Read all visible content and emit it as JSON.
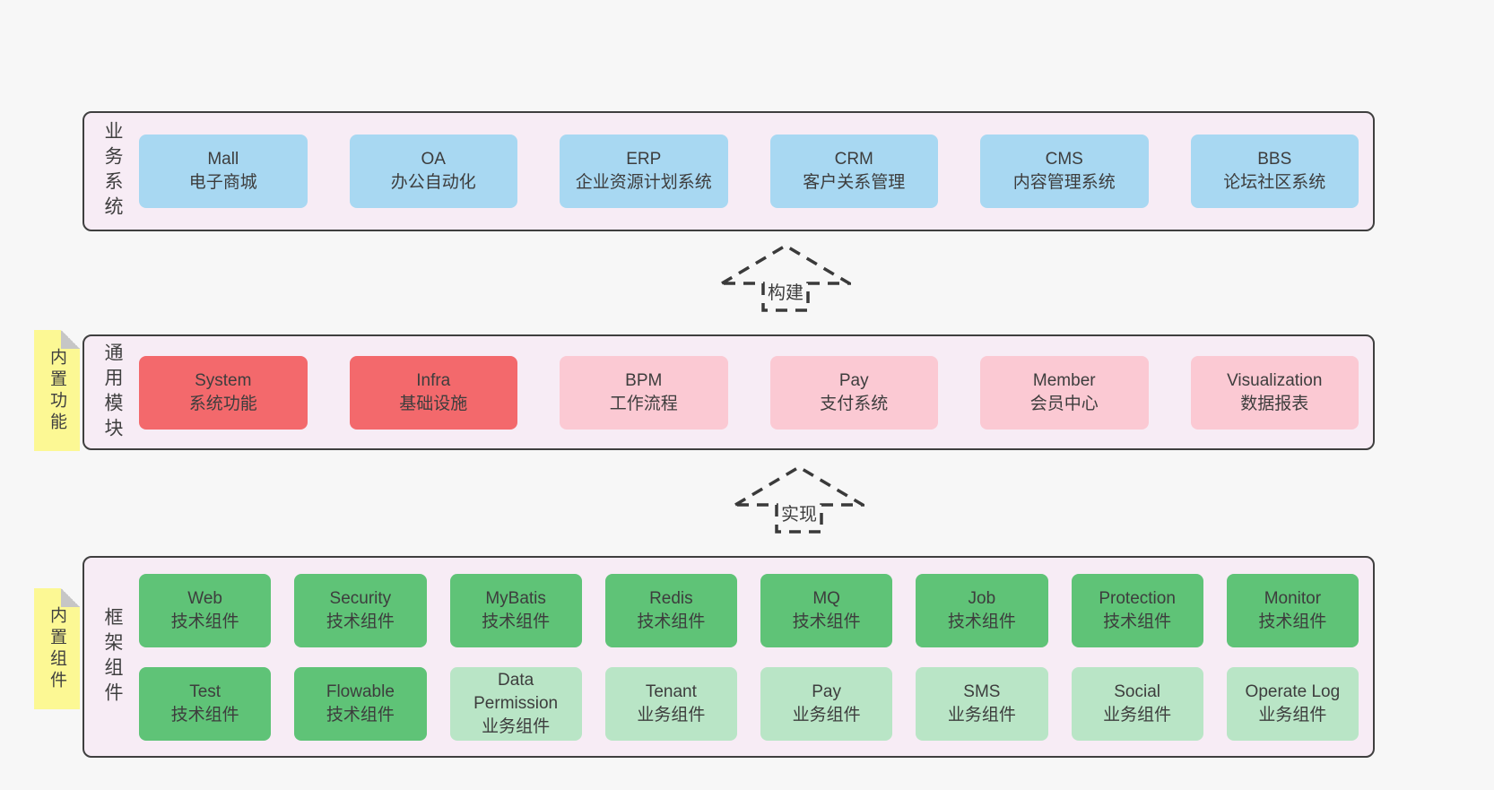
{
  "colors": {
    "page_bg": "#f7f7f7",
    "band_bg": "#f7ecf5",
    "band_border": "#3f3f3f",
    "blue_box": "#a8d8f2",
    "red_box": "#f3696c",
    "pink_box": "#fbc9d3",
    "green_box": "#5fc377",
    "light_green_box": "#b9e5c6",
    "note_bg": "#fcf894",
    "note_fold": "#c6c6c6",
    "text": "#3d3d3d"
  },
  "notes": [
    {
      "label": "内置功能"
    },
    {
      "label": "内置组件"
    }
  ],
  "arrows": [
    {
      "label": "构建"
    },
    {
      "label": "实现"
    }
  ],
  "bands": [
    {
      "label": "业务系统",
      "boxes": [
        {
          "title": "Mall",
          "subtitle": "电子商城",
          "variant": "blue"
        },
        {
          "title": "OA",
          "subtitle": "办公自动化",
          "variant": "blue"
        },
        {
          "title": "ERP",
          "subtitle": "企业资源计划系统",
          "variant": "blue"
        },
        {
          "title": "CRM",
          "subtitle": "客户关系管理",
          "variant": "blue"
        },
        {
          "title": "CMS",
          "subtitle": "内容管理系统",
          "variant": "blue"
        },
        {
          "title": "BBS",
          "subtitle": "论坛社区系统",
          "variant": "blue"
        }
      ]
    },
    {
      "label": "通用模块",
      "boxes": [
        {
          "title": "System",
          "subtitle": "系统功能",
          "variant": "red"
        },
        {
          "title": "Infra",
          "subtitle": "基础设施",
          "variant": "red"
        },
        {
          "title": "BPM",
          "subtitle": "工作流程",
          "variant": "pink"
        },
        {
          "title": "Pay",
          "subtitle": "支付系统",
          "variant": "pink"
        },
        {
          "title": "Member",
          "subtitle": "会员中心",
          "variant": "pink"
        },
        {
          "title": "Visualization",
          "subtitle": "数据报表",
          "variant": "pink"
        }
      ]
    },
    {
      "label": "框架组件",
      "rows": [
        {
          "boxes": [
            {
              "title": "Web",
              "subtitle": "技术组件",
              "variant": "green"
            },
            {
              "title": "Security",
              "subtitle": "技术组件",
              "variant": "green"
            },
            {
              "title": "MyBatis",
              "subtitle": "技术组件",
              "variant": "green"
            },
            {
              "title": "Redis",
              "subtitle": "技术组件",
              "variant": "green"
            },
            {
              "title": "MQ",
              "subtitle": "技术组件",
              "variant": "green"
            },
            {
              "title": "Job",
              "subtitle": "技术组件",
              "variant": "green"
            },
            {
              "title": "Protection",
              "subtitle": "技术组件",
              "variant": "green"
            },
            {
              "title": "Monitor",
              "subtitle": "技术组件",
              "variant": "green"
            }
          ]
        },
        {
          "boxes": [
            {
              "title": "Test",
              "subtitle": "技术组件",
              "variant": "green"
            },
            {
              "title": "Flowable",
              "subtitle": "技术组件",
              "variant": "green"
            },
            {
              "title": "Data Permission",
              "subtitle": "业务组件",
              "variant": "lightgreen"
            },
            {
              "title": "Tenant",
              "subtitle": "业务组件",
              "variant": "lightgreen"
            },
            {
              "title": "Pay",
              "subtitle": "业务组件",
              "variant": "lightgreen"
            },
            {
              "title": "SMS",
              "subtitle": "业务组件",
              "variant": "lightgreen"
            },
            {
              "title": "Social",
              "subtitle": "业务组件",
              "variant": "lightgreen"
            },
            {
              "title": "Operate Log",
              "subtitle": "业务组件",
              "variant": "lightgreen"
            }
          ]
        }
      ]
    }
  ]
}
